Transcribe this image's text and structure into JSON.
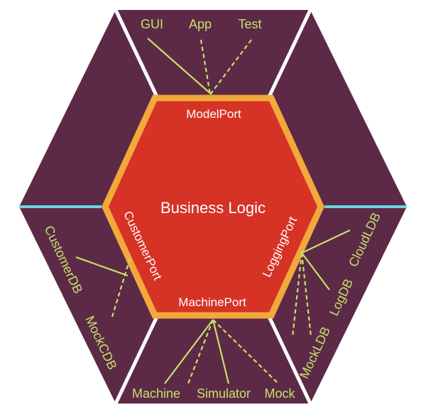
{
  "diagram": {
    "core": {
      "label": "Business Logic"
    },
    "ports": {
      "top": "ModelPort",
      "left": "CustomerPort",
      "right": "LoggingPort",
      "bottom": "MachinePort"
    },
    "adapters": {
      "top": [
        "GUI",
        "App",
        "Test"
      ],
      "left": [
        "CustomerDB",
        "MockCDB"
      ],
      "right": [
        "MockLDB",
        "LogDB",
        "CloudLDB"
      ],
      "bottom": [
        "Machine",
        "Simulator",
        "Mock"
      ]
    },
    "colors": {
      "outer_fill": "#5c2a46",
      "inner_fill": "#d63226",
      "inner_border": "#f2a93b",
      "separator": "#ffffff",
      "divider": "#6ad6e2",
      "adapter_text": "#c8e06a",
      "port_text": "#ffffff"
    }
  }
}
